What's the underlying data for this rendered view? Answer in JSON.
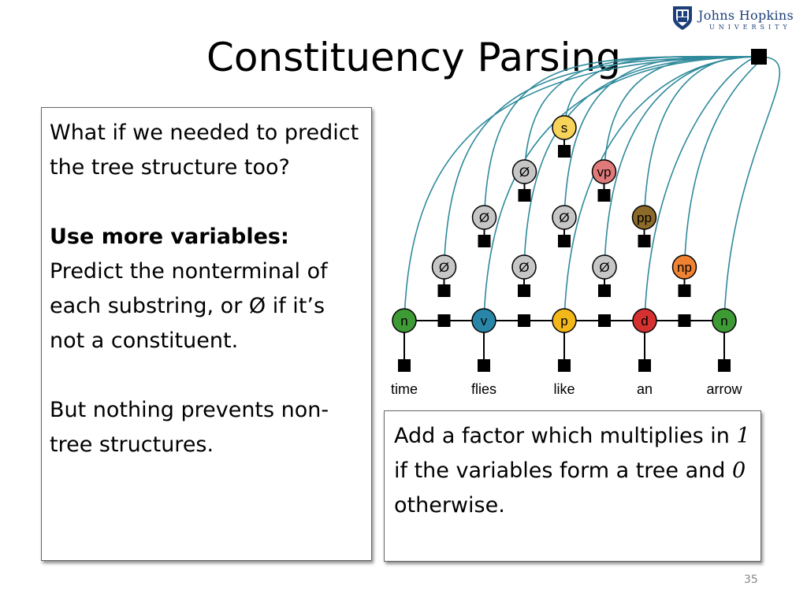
{
  "slide": {
    "title": "Constituency Parsing",
    "page_number": "35"
  },
  "logo": {
    "name": "Johns Hopkins",
    "sub": "UNIVERSITY"
  },
  "left_box": {
    "p1": "What if we needed to predict the tree structure too?",
    "p2_bold": "Use more variables:",
    "p2_rest": "Predict the nonterminal of each substring, or Ø if it’s not a constituent.",
    "p3": "But nothing prevents non-tree structures."
  },
  "right_box": {
    "pre": "Add a factor which multiplies in ",
    "one": "1",
    "mid": " if the variables form a tree and ",
    "zero": "0",
    "post": " otherwise."
  },
  "diagram": {
    "words": [
      "time",
      "flies",
      "like",
      "an",
      "arrow"
    ],
    "tags": [
      {
        "label": "n",
        "color": "#3d9a35"
      },
      {
        "label": "v",
        "color": "#2a86a8"
      },
      {
        "label": "p",
        "color": "#f2b718"
      },
      {
        "label": "d",
        "color": "#d63131"
      },
      {
        "label": "n",
        "color": "#3d9a35"
      }
    ],
    "spans": [
      {
        "span": [
          0,
          1
        ],
        "label": "Ø",
        "color": "#c6c6c6"
      },
      {
        "span": [
          1,
          2
        ],
        "label": "Ø",
        "color": "#c6c6c6"
      },
      {
        "span": [
          2,
          3
        ],
        "label": "Ø",
        "color": "#c6c6c6"
      },
      {
        "span": [
          3,
          4
        ],
        "label": "np",
        "color": "#f08332"
      },
      {
        "span": [
          0,
          2
        ],
        "label": "Ø",
        "color": "#c6c6c6"
      },
      {
        "span": [
          1,
          3
        ],
        "label": "Ø",
        "color": "#c6c6c6"
      },
      {
        "span": [
          2,
          4
        ],
        "label": "pp",
        "color": "#8b6a2a"
      },
      {
        "span": [
          0,
          3
        ],
        "label": "Ø",
        "color": "#c6c6c6"
      },
      {
        "span": [
          1,
          4
        ],
        "label": "vp",
        "color": "#e07a7a"
      },
      {
        "span": [
          0,
          4
        ],
        "label": "s",
        "color": "#f7d35a"
      }
    ],
    "edge_color": "#2f8a9b"
  }
}
